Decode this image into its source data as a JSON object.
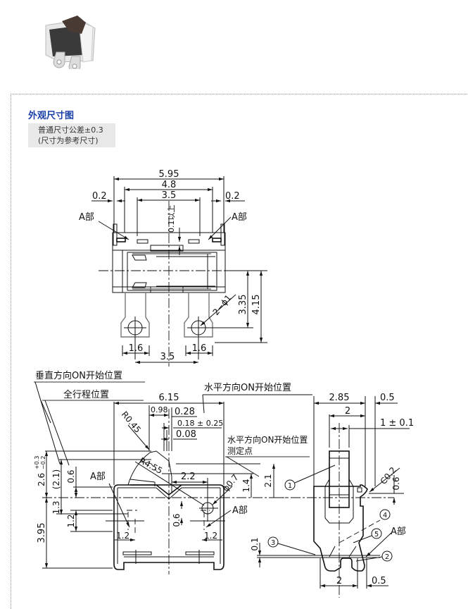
{
  "product_photo": {
    "alt": "switch-product-photo"
  },
  "section": {
    "title": "外观尺寸图",
    "note_line1": "普通尺寸公差±0.3",
    "note_line2": "(尺寸为参考尺寸)"
  },
  "top_view": {
    "dim_total_width": "5.95",
    "dim_inner_width": "4.8",
    "dim_slot_width": "3.5",
    "dim_left_gap": "0.2",
    "dim_right_gap": "0.2",
    "label_a_left": "A部",
    "label_a_right": "A部",
    "dim_min_clearance": "0.1以上",
    "dim_hole": "2−ϕ1",
    "dim_hole_center_height": "3.35",
    "dim_terminal_height": "4.15",
    "dim_terminal_left_width": "1.6",
    "dim_terminal_right_width": "1.6",
    "dim_terminal_pitch": "3.5"
  },
  "front_view": {
    "label_vertical_on": "垂直方向ON开始位置",
    "label_full_travel": "全行程位置",
    "label_horizontal_on": "水平方向ON开始位置",
    "label_horizontal_measure_line1": "水平方向ON开始位置",
    "label_horizontal_measure_line2": "测定点",
    "dim_total_width": "6.15",
    "dim_098": "0.98",
    "dim_028": "0.28",
    "dim_018": "0.18 ± 0.25",
    "dim_008": "0.08",
    "dim_r045": "R0.45",
    "dim_r455": "R4.55",
    "dim_22": "2.2",
    "dim_phi07": "ϕ0.7",
    "dim_14": "1.4",
    "dim_21": "2.1",
    "dim_26": "2.6",
    "dim_26_tol_plus": "+0.3",
    "dim_26_tol_minus": "−0.2",
    "dim_21_ref": "(2.1)",
    "dim_06_left": "0.6",
    "dim_13": "1.3",
    "dim_12_vert": "1.2",
    "dim_395": "3.95",
    "dim_06_center": "0.6",
    "dim_12_left": "1.2",
    "dim_12_right": "1.2",
    "label_a_left": "A部",
    "label_a_right": "A部"
  },
  "side_view": {
    "dim_285": "2.85",
    "dim_05_top": "0.5",
    "dim_2_top": "2",
    "dim_1": "1 ± 0.1",
    "dim_c02": "C0.2",
    "dim_06": "0.6",
    "dim_01": "0.1",
    "dim_2_bottom": "2",
    "dim_05_bottom": "0.5",
    "label_a": "A部",
    "callout_1": "1",
    "callout_2": "2",
    "callout_3": "3",
    "callout_4": "4",
    "callout_5": "5"
  }
}
